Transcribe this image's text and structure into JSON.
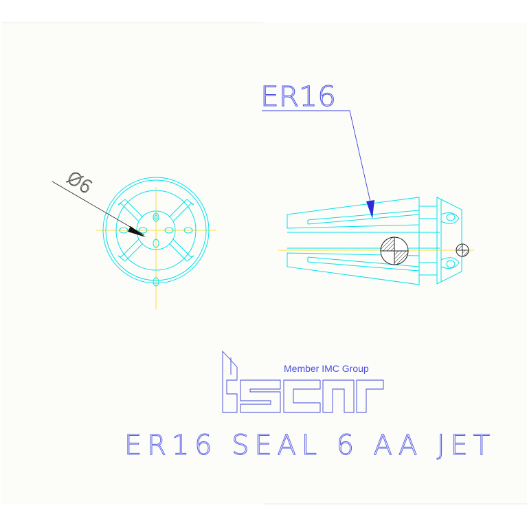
{
  "drawing": {
    "callout_label": "ER16",
    "diameter_label": "Ø6",
    "part_title": "ER16 SEAL 6 AA JET"
  },
  "logo": {
    "member_text": "Member IMC Group",
    "brand_name": "ISCAR"
  },
  "colors": {
    "background": "#ffffff",
    "paper": "#fcfdf8",
    "outline": "#00e0ee",
    "centerline": "#ffd500",
    "annotation": "#4a4ee8",
    "leader_dark": "#222222"
  }
}
